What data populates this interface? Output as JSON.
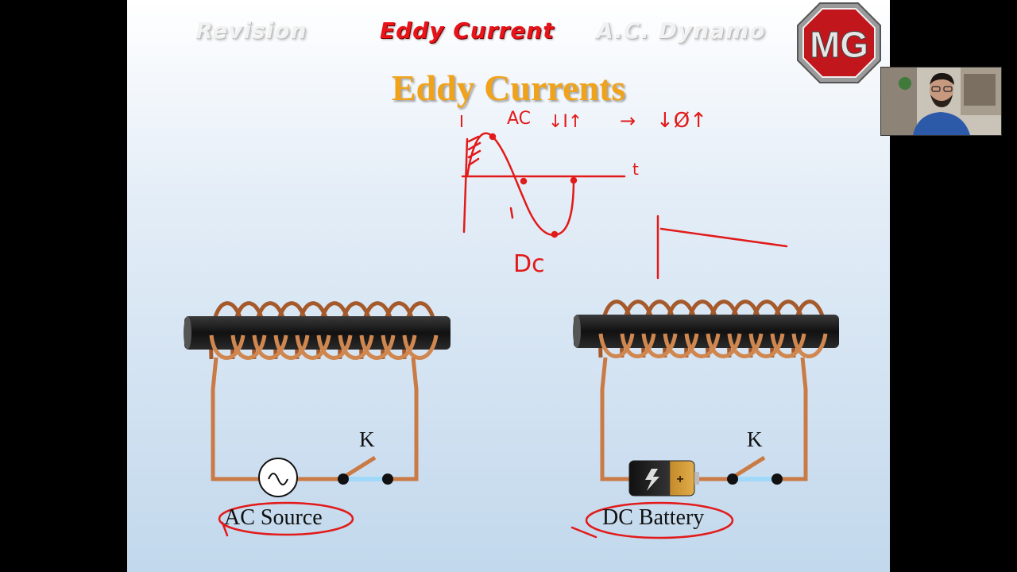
{
  "nav": {
    "revision": "Revision",
    "eddy_current": "Eddy Current",
    "ac_dynamo": "A.C. Dynamo"
  },
  "slide_title": "Eddy Currents",
  "logo_text": "MG",
  "circuits": [
    {
      "switch_label": "K",
      "source_label": "AC Source",
      "source_icon": "ac-source-icon"
    },
    {
      "switch_label": "K",
      "source_label": "DC Battery",
      "source_icon": "battery-icon"
    }
  ],
  "annotations": {
    "current_axis": "I",
    "ac": "AC",
    "current_change": "↓I↑",
    "arrow": "→",
    "flux_change": "↓Ø↑",
    "time_axis": "t",
    "dc": "Dc"
  },
  "colors": {
    "copper": "#c97a45",
    "annotation_red": "#e21a1a",
    "title_orange": "#f0a31a",
    "core_black": "#1a1a1a"
  }
}
